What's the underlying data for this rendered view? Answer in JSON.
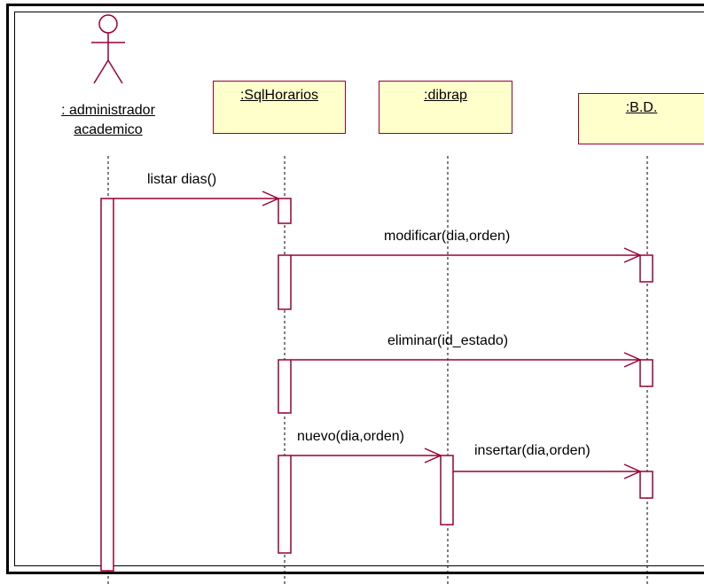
{
  "diagram": {
    "actor": {
      "line1": ": administrador",
      "line2": "academico",
      "icon": "stick-figure"
    },
    "objects": [
      {
        "id": "sqlhorarios",
        "label": ":SqlHorarios"
      },
      {
        "id": "dibrap",
        "label": ":dibrap"
      },
      {
        "id": "bd",
        "label": ":B.D."
      }
    ],
    "messages": [
      {
        "id": "listar",
        "label": "listar dias()"
      },
      {
        "id": "modificar",
        "label": "modificar(dia,orden)"
      },
      {
        "id": "eliminar",
        "label": "eliminar(id_estado)"
      },
      {
        "id": "nuevo",
        "label": "nuevo(dia,orden)"
      },
      {
        "id": "insertar",
        "label": "insertar(dia,orden)"
      }
    ],
    "colors": {
      "line": "#990033",
      "box_fill": "#ffffcc",
      "frame": "#000000"
    }
  }
}
